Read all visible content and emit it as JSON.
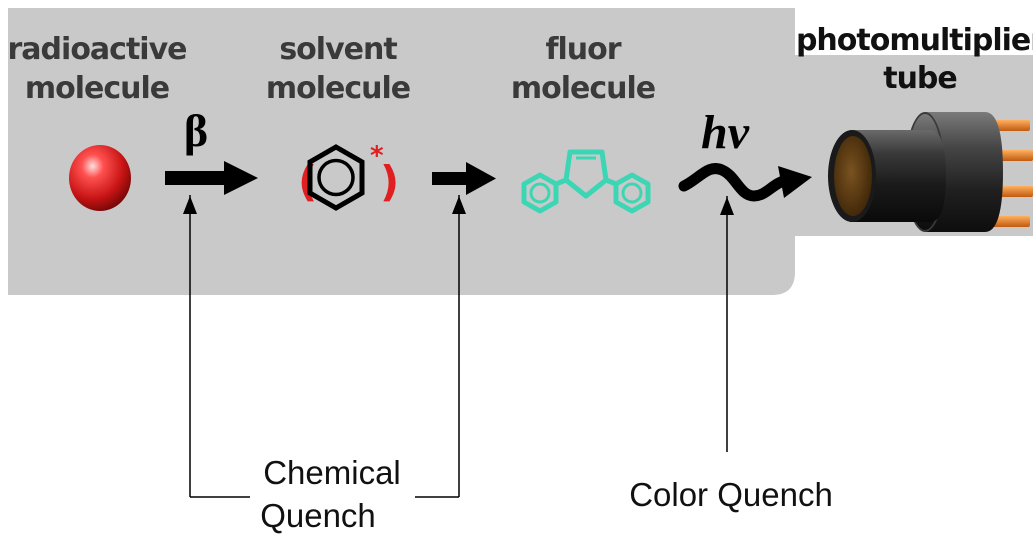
{
  "labels": {
    "radioactive_line1": "radioactive",
    "radioactive_line2": "molecule",
    "solvent_line1": "solvent",
    "solvent_line2": "molecule",
    "fluor_line1": "fluor",
    "fluor_line2": "molecule",
    "pmt_line1": "photomultiplier",
    "pmt_line2": "tube",
    "beta_symbol": "β",
    "photon_symbol": "hν",
    "excited_star": "*",
    "chemical_quench_line1": "Chemical",
    "chemical_quench_line2": "Quench",
    "color_quench": "Color Quench"
  },
  "colors": {
    "panel": "#c9c9c9",
    "radioactive": "#d42020",
    "excited": "#e02020",
    "fluor": "#3cd6b4",
    "pmt_body": "#2a2a2a",
    "pmt_window": "#5a3a14",
    "pmt_pins": "#e07820",
    "arrow": "#000000"
  },
  "icons": {
    "radioactive": "red-sphere-icon",
    "solvent": "benzene-ring-icon",
    "fluor": "fluor-molecule-icon",
    "pmt": "photomultiplier-tube-icon"
  }
}
